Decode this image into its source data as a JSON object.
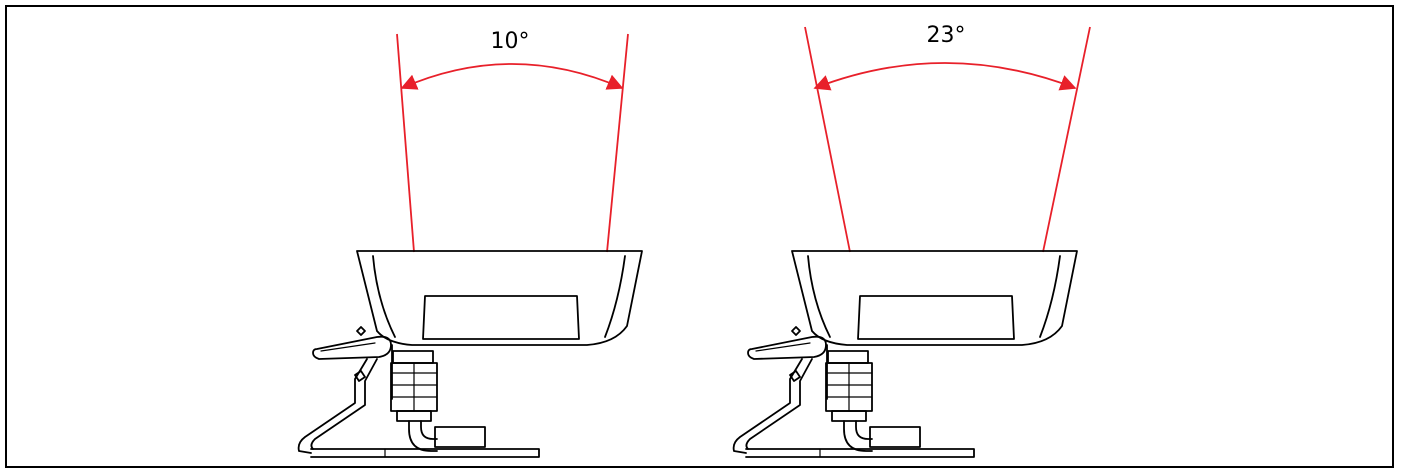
{
  "diagrams": [
    {
      "angle_label": "10°",
      "angle_deg": 10
    },
    {
      "angle_label": "23°",
      "angle_deg": 23
    }
  ],
  "colors": {
    "beam": "#e8202a",
    "outline": "#000000",
    "background": "#ffffff"
  }
}
